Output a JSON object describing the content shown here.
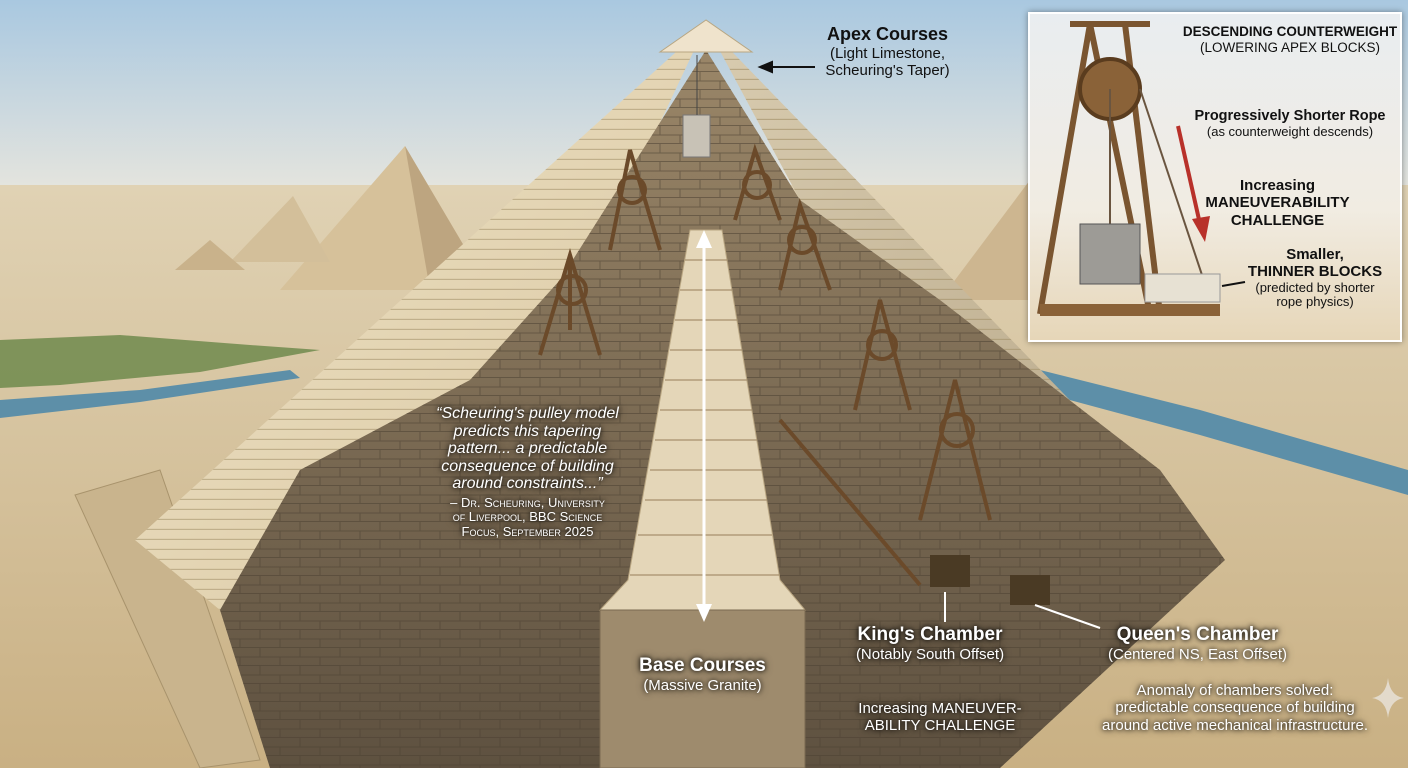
{
  "apex": {
    "title": "Apex Courses",
    "sub1": "(Light Limestone,",
    "sub2": "Scheuring's Taper)"
  },
  "quote": {
    "lines": [
      "“Scheuring's pulley model",
      "predicts this tapering",
      "pattern... a predictable",
      "consequence of building",
      "around constraints...”"
    ],
    "attribution": [
      "– Dr. Scheuring, University",
      "of Liverpool, BBC Science",
      "Focus, September 2025"
    ]
  },
  "base": {
    "title": "Base Courses",
    "sub": "(Massive Granite)"
  },
  "kings": {
    "title": "King's Chamber",
    "sub": "(Notably South Offset)"
  },
  "queens": {
    "title": "Queen's Chamber",
    "sub": "(Centered NS, East Offset)"
  },
  "maneuver_bottom": [
    "Increasing MANEUVER-",
    "ABILITY CHALLENGE"
  ],
  "anomaly": [
    "Anomaly of chambers solved:",
    "predictable consequence of building",
    "around active mechanical infrastructure."
  ],
  "inset": {
    "counterweight": {
      "title": "DESCENDING COUNTERWEIGHT",
      "sub": "(LOWERING APEX BLOCKS)"
    },
    "rope": {
      "title": "Progressively Shorter Rope",
      "sub": "(as counterweight descends)"
    },
    "maneuver": [
      "Increasing",
      "MANEUVERABILITY",
      "CHALLENGE"
    ],
    "blocks": {
      "title1": "Smaller,",
      "title2": "THINNER BLOCKS",
      "sub1": "(predicted by shorter",
      "sub2": "rope physics)"
    }
  },
  "colors": {
    "sky": "#b9d3e6",
    "sand": "#d9c7a3",
    "limestone": "#e6d8b9",
    "interior": "#7d6c55",
    "arrow_red": "#b8312a"
  }
}
